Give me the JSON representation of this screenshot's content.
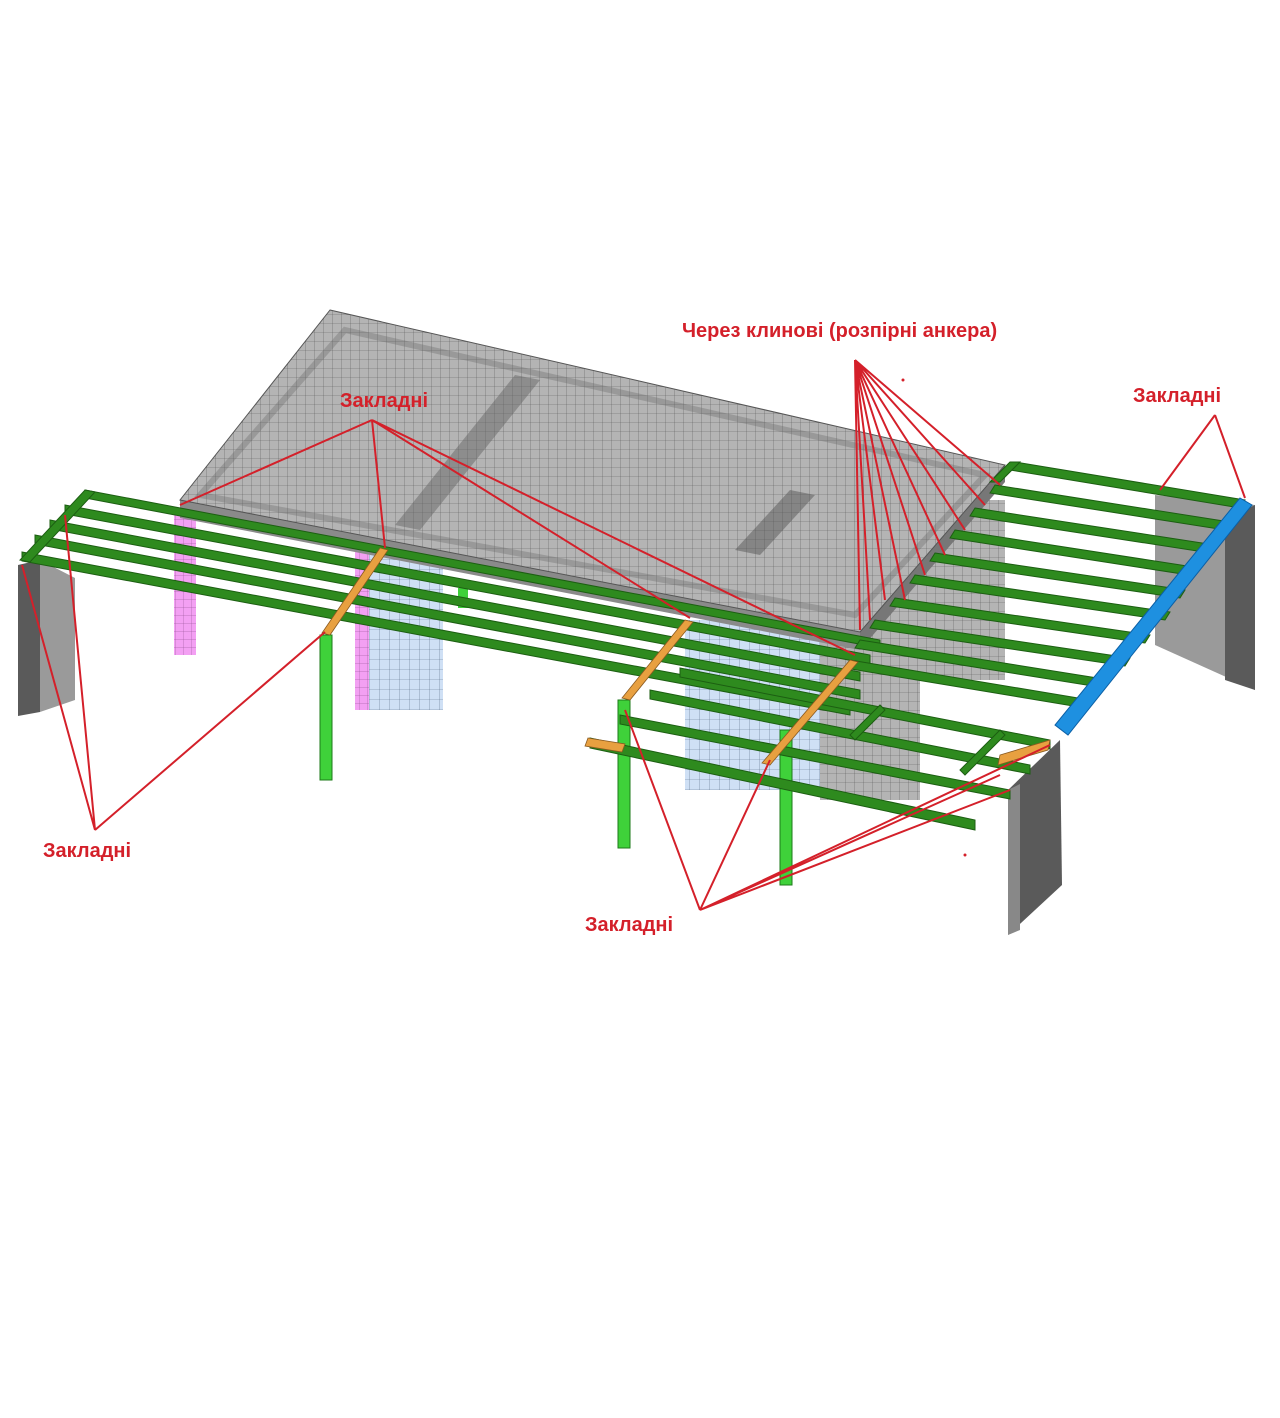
{
  "annotations": {
    "anchors_label": "Через клинові (розпірні анкера)",
    "embedded_top": "Закладні",
    "embedded_right": "Закладні",
    "embedded_left": "Закладні",
    "embedded_bottom": "Закладні"
  },
  "colors": {
    "annotation": "#d4202a",
    "beam": "#2e8a1e",
    "column_green": "#3fd13a",
    "slab": "#a9a9a9",
    "wall": "#5a5a5a",
    "blue_beam": "#1e90e0",
    "pink_column": "#f08ef0",
    "light_blue_column": "#c7dcf5",
    "plate": "#e8a040"
  }
}
